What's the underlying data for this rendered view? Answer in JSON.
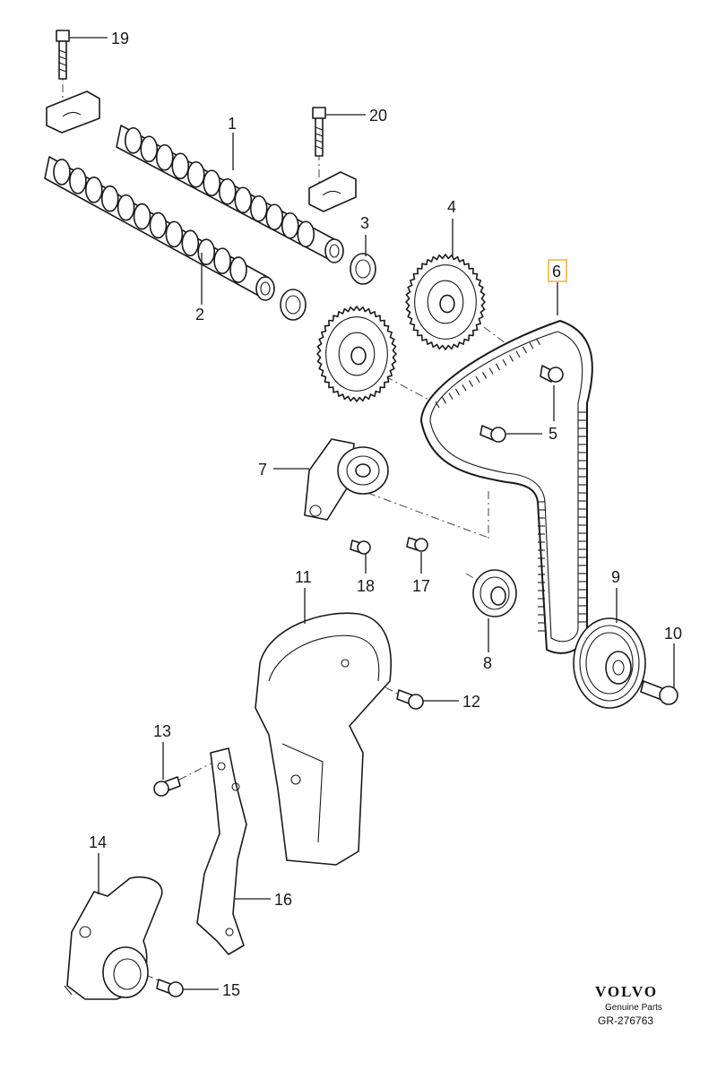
{
  "callouts": {
    "c1": "1",
    "c2": "2",
    "c3": "3",
    "c4": "4",
    "c5": "5",
    "c6": "6",
    "c7": "7",
    "c8": "8",
    "c9": "9",
    "c10": "10",
    "c11": "11",
    "c12": "12",
    "c13": "13",
    "c14": "14",
    "c15": "15",
    "c16": "16",
    "c17": "17",
    "c18": "18",
    "c19": "19",
    "c20": "20"
  },
  "highlighted_callout": "6",
  "highlight_color": "#f3b43f",
  "brand": {
    "name": "VOLVO",
    "tagline": "Genuine Parts",
    "reference": "GR-276763"
  }
}
